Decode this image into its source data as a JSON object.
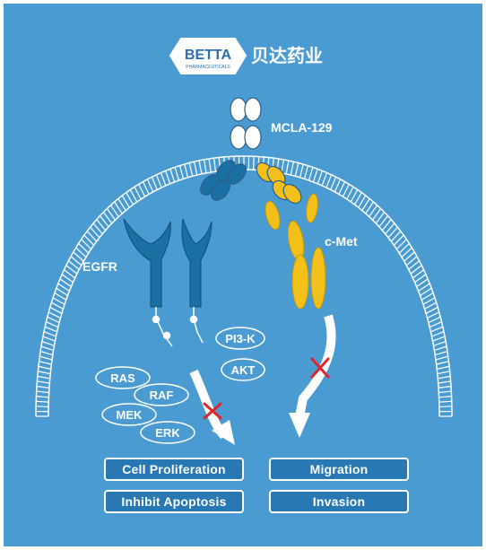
{
  "logo": {
    "brand_text": "BETTA",
    "brand_subtext": "PHARMACEUTICALS",
    "chinese_name": "贝达药业"
  },
  "labels": {
    "antibody": "MCLA-129",
    "receptor_left": "EGFR",
    "receptor_right": "c-Met"
  },
  "pathway_nodes": {
    "pi3k": "PI3-K",
    "akt": "AKT",
    "ras": "RAS",
    "raf": "RAF",
    "mek": "MEK",
    "erk": "ERK"
  },
  "outcomes": {
    "cell_proliferation": "Cell Proliferation",
    "inhibit_apoptosis": "Inhibit  Apoptosis",
    "migration": "Migration",
    "invasion": "Invasion"
  },
  "colors": {
    "background": "#4a9bd1",
    "egfr": "#1a6fa3",
    "cmet": "#f2c018",
    "antibody": "#ffffff",
    "block_mark": "#e0252b",
    "box_fill": "#2778b3"
  }
}
